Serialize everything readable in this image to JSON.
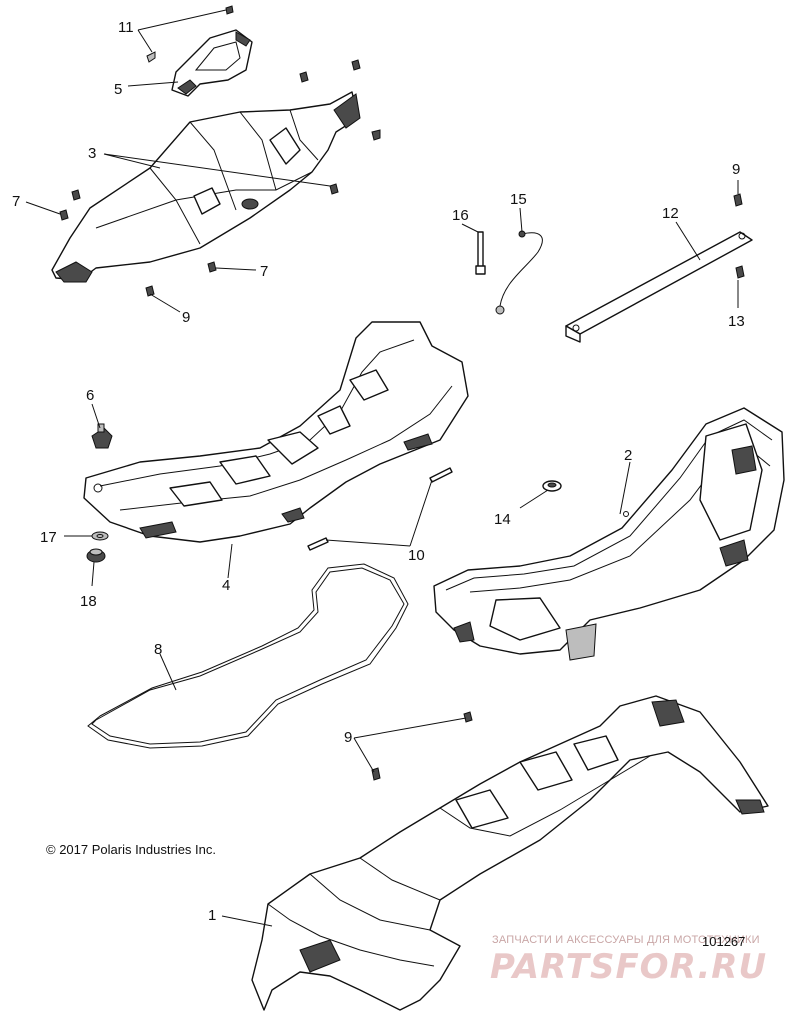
{
  "diagram": {
    "callouts": [
      {
        "id": "c11",
        "text": "11"
      },
      {
        "id": "c5",
        "text": "5"
      },
      {
        "id": "c3",
        "text": "3"
      },
      {
        "id": "c7a",
        "text": "7"
      },
      {
        "id": "c7b",
        "text": "7"
      },
      {
        "id": "c9a",
        "text": "9"
      },
      {
        "id": "c9b",
        "text": "9"
      },
      {
        "id": "c9c",
        "text": "9"
      },
      {
        "id": "c12",
        "text": "12"
      },
      {
        "id": "c13",
        "text": "13"
      },
      {
        "id": "c15",
        "text": "15"
      },
      {
        "id": "c16",
        "text": "16"
      },
      {
        "id": "c6",
        "text": "6"
      },
      {
        "id": "c2",
        "text": "2"
      },
      {
        "id": "c14",
        "text": "14"
      },
      {
        "id": "c17",
        "text": "17"
      },
      {
        "id": "c18",
        "text": "18"
      },
      {
        "id": "c10",
        "text": "10"
      },
      {
        "id": "c4",
        "text": "4"
      },
      {
        "id": "c8",
        "text": "8"
      },
      {
        "id": "c1",
        "text": "1"
      }
    ],
    "copyright": "© 2017 Polaris Industries Inc.",
    "reference_number": "101267"
  },
  "watermark": {
    "caption": "ЗАПЧАСТИ И АКСЕССУАРЫ ДЛЯ МОТОТЕХНИКИ",
    "logo": "PARTSFOR.RU"
  }
}
